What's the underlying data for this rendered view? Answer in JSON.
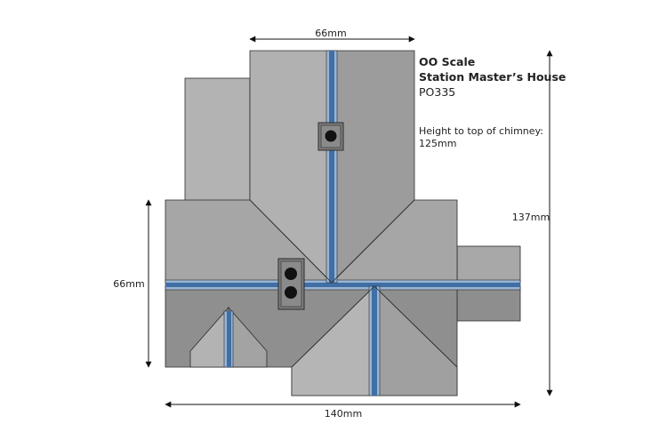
{
  "title": {
    "line1": "OO Scale",
    "line2": "Station Master’s House",
    "code": "PO335"
  },
  "height_note": {
    "line1": "Height to top of chimney:",
    "line2": "125mm"
  },
  "dimensions": {
    "top_width": "66mm",
    "left_height": "66mm",
    "right_height": "137mm",
    "bottom_width": "140mm"
  },
  "colors": {
    "roof_light": "#b3b3b3",
    "roof_mid": "#a3a3a3",
    "roof_dark": "#8c8c8c",
    "ridge_blue": "#3f6fa5",
    "ridge_light": "#9ab5d2",
    "outline": "#2b2b2b"
  }
}
